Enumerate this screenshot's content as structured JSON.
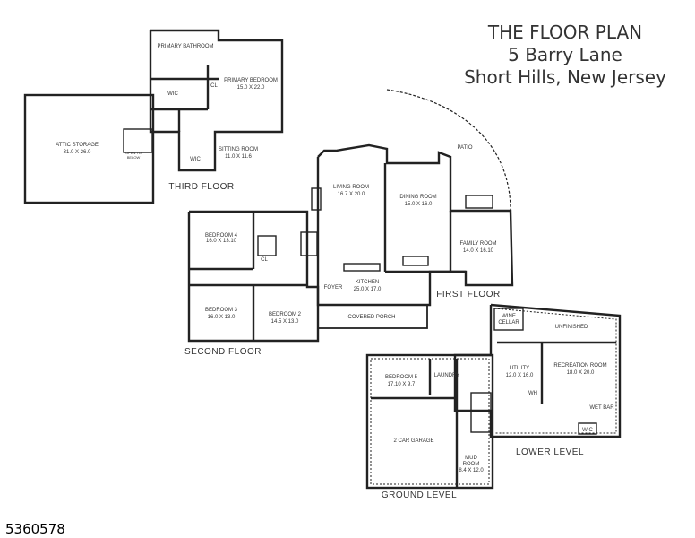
{
  "title": {
    "line1": "THE FLOOR PLAN",
    "line2": "5 Barry Lane",
    "line3": "Short Hills, New Jersey"
  },
  "listing_number": "5360578",
  "floors": {
    "third": "THIRD FLOOR",
    "second": "SECOND FLOOR",
    "first": "FIRST FLOOR",
    "lower": "LOWER LEVEL",
    "ground": "GROUND LEVEL"
  },
  "rooms": {
    "primary_bathroom": "PRIMARY BATHROOM",
    "primary_bedroom": "PRIMARY BEDROOM",
    "primary_bedroom_dim": "15.0 X 22.0",
    "wic": "WIC",
    "cl": "CL",
    "attic_storage": "ATTIC STORAGE",
    "attic_storage_dim": "31.0 X 26.0",
    "open_to": "OPEN TO",
    "below": "BELOW",
    "sitting_room": "SITTING ROOM",
    "sitting_room_dim": "11.0 X 11.6",
    "patio": "PATIO",
    "living_room": "LIVING ROOM",
    "living_room_dim": "16.7 X 20.0",
    "dining_room": "DINING ROOM",
    "dining_room_dim": "15.0 X 16.0",
    "bedroom_4": "BEDROOM 4",
    "bedroom_4_dim": "16.0 X 13.10",
    "family_room": "FAMILY ROOM",
    "family_room_dim": "14.0 X 16.10",
    "kitchen": "KITCHEN",
    "kitchen_dim": "25.0 X 17.0",
    "foyer": "FOYER",
    "bedroom_3": "BEDROOM 3",
    "bedroom_3_dim": "16.0 X 13.0",
    "bedroom_2": "BEDROOM 2",
    "bedroom_2_dim": "14.5 X 13.0",
    "covered_porch": "COVERED PORCH",
    "wine_cellar_1": "WINE",
    "wine_cellar_2": "CELLAR",
    "unfinished": "UNFINISHED",
    "utility": "UTILITY",
    "utility_dim": "12.0 X 16.0",
    "recreation_room": "RECREATION ROOM",
    "recreation_room_dim": "18.0 X 20.0",
    "wh": "WH",
    "wet_bar": "WET BAR",
    "bedroom_5": "BEDROOM 5",
    "bedroom_5_dim": "17.10 X 9.7",
    "laundry": "LAUNDRY",
    "garage": "2 CAR GARAGE",
    "mud_room_1": "MUD",
    "mud_room_2": "ROOM",
    "mud_room_dim": "8.4 X 12.0"
  }
}
